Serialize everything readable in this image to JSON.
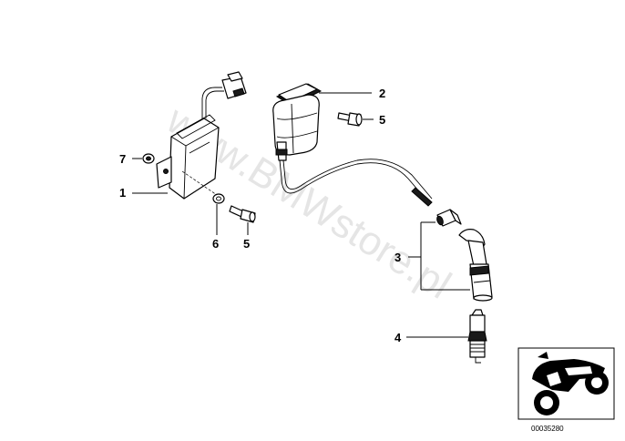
{
  "watermark": "www.BMWstore.pl",
  "callouts": {
    "c1": "1",
    "c2": "2",
    "c3": "3",
    "c4": "4",
    "c5a": "5",
    "c5b": "5",
    "c6": "6",
    "c7": "7"
  },
  "thumbnail": {
    "code": "00035280"
  }
}
